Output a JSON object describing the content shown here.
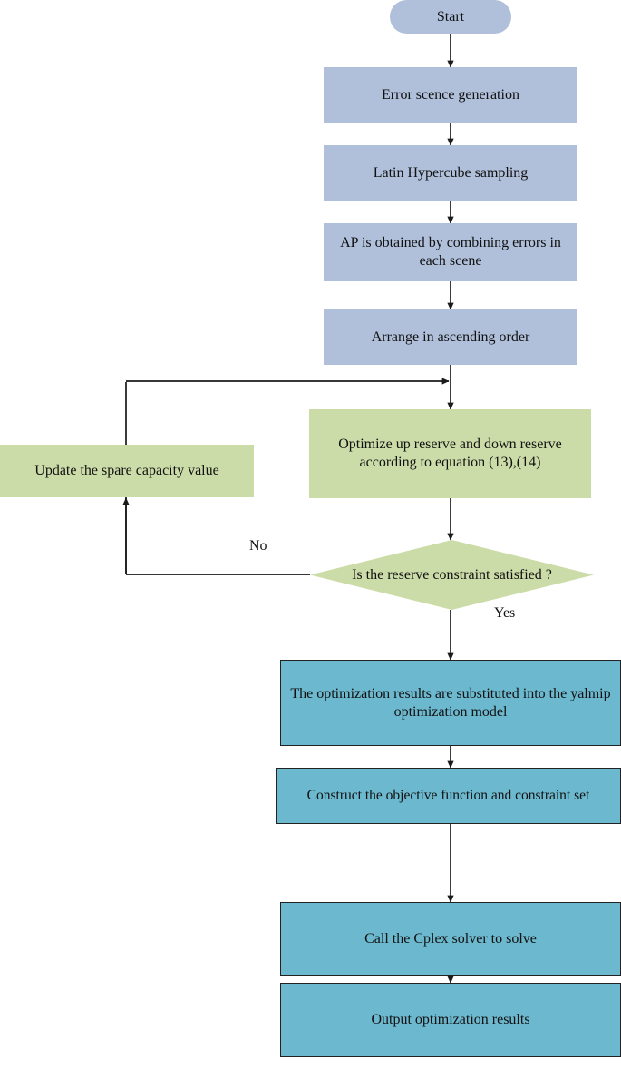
{
  "diagram": {
    "title": "Optimization flowchart",
    "colors": {
      "stage1_fill": "#b0c0db",
      "stage2_fill": "#ccdca8",
      "stage3_fill": "#6cb8ce",
      "line": "#1a1a1a",
      "text": "#111111",
      "background": "#ffffff"
    },
    "nodes": [
      {
        "id": "start",
        "shape": "rounded",
        "label": "Start",
        "fill": "#b0c0db"
      },
      {
        "id": "error_scene",
        "shape": "rectangle",
        "label": "Error scence generation",
        "fill": "#b0c0db"
      },
      {
        "id": "lhs",
        "shape": "rectangle",
        "label": "Latin Hypercube sampling",
        "fill": "#b0c0db"
      },
      {
        "id": "ap_combine",
        "shape": "rectangle",
        "label": "AP is obtained by combining errors in each scene",
        "fill": "#b0c0db"
      },
      {
        "id": "ascending",
        "shape": "rectangle",
        "label": "Arrange in ascending order",
        "fill": "#b0c0db"
      },
      {
        "id": "optimize",
        "shape": "rectangle",
        "label": "Optimize up reserve and down reserve according to equation (13),(14)",
        "fill": "#ccdca8"
      },
      {
        "id": "update",
        "shape": "rectangle",
        "label": "Update the spare capacity value",
        "fill": "#ccdca8"
      },
      {
        "id": "decision",
        "shape": "diamond",
        "label": "Is the reserve constraint satisfied ?",
        "fill": "#ccdca8"
      },
      {
        "id": "substitute",
        "shape": "rectangle",
        "label": "The optimization results are substituted into the yalmip optimization model",
        "fill": "#6cb8ce"
      },
      {
        "id": "construct",
        "shape": "rectangle",
        "label": "Construct the objective function and constraint set",
        "fill": "#6cb8ce"
      },
      {
        "id": "cplex",
        "shape": "rectangle",
        "label": "Call the Cplex solver to solve",
        "fill": "#6cb8ce"
      },
      {
        "id": "output",
        "shape": "rectangle",
        "label": "Output optimization results",
        "fill": "#6cb8ce"
      }
    ],
    "edge_labels": {
      "no": "No",
      "yes": "Yes"
    },
    "edges": [
      {
        "from": "start",
        "to": "error_scene",
        "label": ""
      },
      {
        "from": "error_scene",
        "to": "lhs",
        "label": ""
      },
      {
        "from": "lhs",
        "to": "ap_combine",
        "label": ""
      },
      {
        "from": "ap_combine",
        "to": "ascending",
        "label": ""
      },
      {
        "from": "ascending",
        "to": "optimize",
        "label": ""
      },
      {
        "from": "optimize",
        "to": "decision",
        "label": ""
      },
      {
        "from": "decision",
        "to": "update",
        "label": "No"
      },
      {
        "from": "update",
        "to": "optimize",
        "label": ""
      },
      {
        "from": "decision",
        "to": "substitute",
        "label": "Yes"
      },
      {
        "from": "substitute",
        "to": "construct",
        "label": ""
      },
      {
        "from": "construct",
        "to": "cplex",
        "label": ""
      },
      {
        "from": "cplex",
        "to": "output",
        "label": ""
      }
    ]
  }
}
